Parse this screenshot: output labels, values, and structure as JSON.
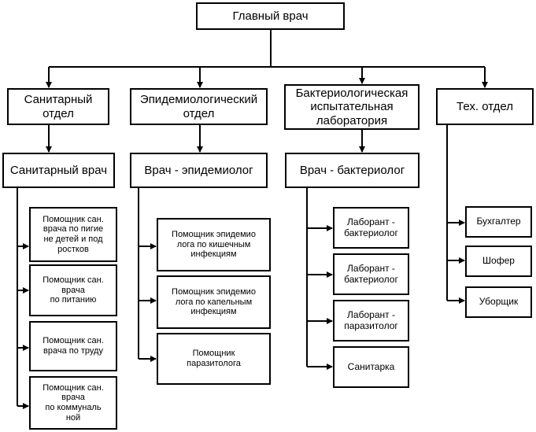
{
  "root": {
    "label": "Главный врач"
  },
  "departments": [
    {
      "label": "Санитарный\nотдел"
    },
    {
      "label": "Эпидемиологический\nотдел"
    },
    {
      "label": "Бактериологическая\nиспытательная\nлаборатория"
    },
    {
      "label": "Тех. отдел"
    }
  ],
  "heads": [
    {
      "label": "Санитарный врач"
    },
    {
      "label": "Врач - эпидемиолог"
    },
    {
      "label": "Врач - бактериолог"
    }
  ],
  "sanitary_staff": [
    {
      "label": "Помощник сан.\nврача по пигие\nне детей и под\nростков"
    },
    {
      "label": "Помощник сан.\nврача\nпо питанию"
    },
    {
      "label": "Помощник сан.\nврача по труду"
    },
    {
      "label": "Помощник сан.\nврача\nпо коммуналь\nной"
    }
  ],
  "epid_staff": [
    {
      "label": "Помощник эпидемио\nлога по кишечным\nинфекциям"
    },
    {
      "label": "Помощник эпидемио\nлога по капельным\nинфекциям"
    },
    {
      "label": "Помощник\nпаразитолога"
    }
  ],
  "bact_staff": [
    {
      "label": "Лаборант -\nбактериолог"
    },
    {
      "label": "Лаборант -\nбактериолог"
    },
    {
      "label": "Лаборант -\nпаразитолог"
    },
    {
      "label": "Санитарка"
    }
  ],
  "tech_staff": [
    {
      "label": "Бухгалтер"
    },
    {
      "label": "Шофер"
    },
    {
      "label": "Уборщик"
    }
  ]
}
